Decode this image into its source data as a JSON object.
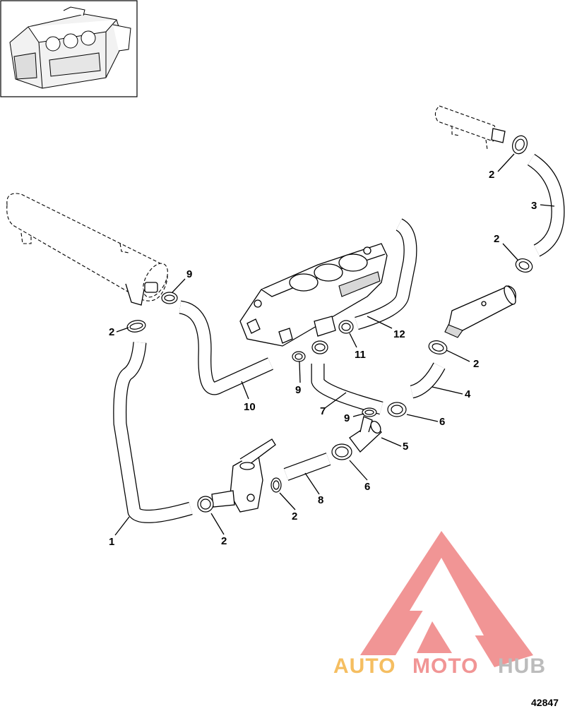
{
  "diagram": {
    "figure_number": "42847",
    "callouts": [
      {
        "id": "c1",
        "text": "1"
      },
      {
        "id": "c2a",
        "text": "2"
      },
      {
        "id": "c2b",
        "text": "2"
      },
      {
        "id": "c2c",
        "text": "2"
      },
      {
        "id": "c2d",
        "text": "2"
      },
      {
        "id": "c2e",
        "text": "2"
      },
      {
        "id": "c2f",
        "text": "2"
      },
      {
        "id": "c3",
        "text": "3"
      },
      {
        "id": "c4",
        "text": "4"
      },
      {
        "id": "c5",
        "text": "5"
      },
      {
        "id": "c6a",
        "text": "6"
      },
      {
        "id": "c6b",
        "text": "6"
      },
      {
        "id": "c7",
        "text": "7"
      },
      {
        "id": "c8",
        "text": "8"
      },
      {
        "id": "c9a",
        "text": "9"
      },
      {
        "id": "c9b",
        "text": "9"
      },
      {
        "id": "c9c",
        "text": "9"
      },
      {
        "id": "c10",
        "text": "10"
      },
      {
        "id": "c11",
        "text": "11"
      },
      {
        "id": "c12",
        "text": "12"
      }
    ]
  },
  "watermark": {
    "part1": "AUTO",
    "part2": "MOTO",
    "part3": "HUB",
    "colors": {
      "red": "#f08a8a",
      "orange": "#f5b850",
      "gray": "#b5b5b5"
    }
  }
}
